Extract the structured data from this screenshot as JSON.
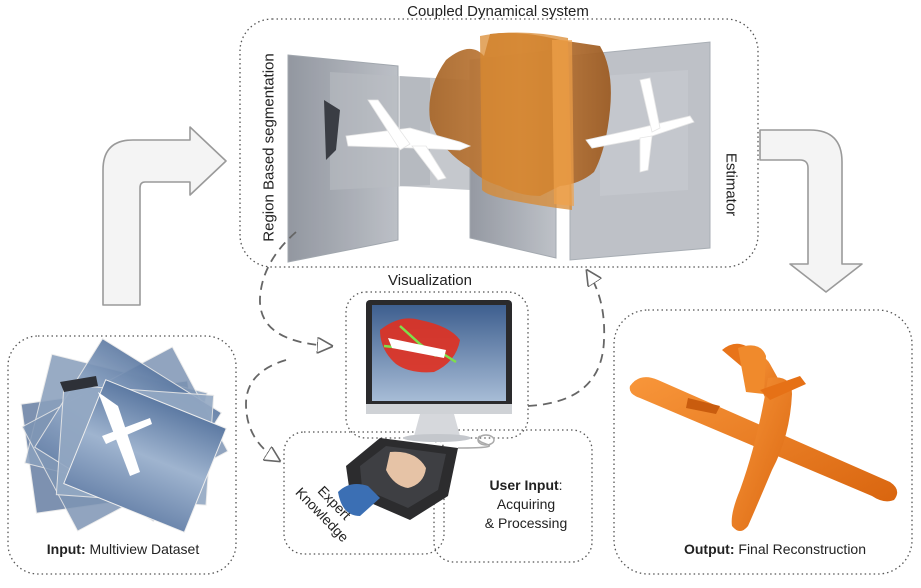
{
  "title": "Coupled Dynamical system",
  "left_label": "Region Based segmentation",
  "right_label": "Estimator",
  "visualization_label": "Visualization",
  "expert_label_line1": "Expert",
  "expert_label_line2": "Knowledge",
  "user_input": {
    "bold": "User Input",
    "suffix": ":",
    "line2": "Acquiring",
    "line3": "& Processing"
  },
  "input_caption": {
    "bold": "Input:",
    "text": " Multiview Dataset"
  },
  "output_caption": {
    "bold": "Output:",
    "text": " Final Reconstruction"
  },
  "colors": {
    "frame": "#555555",
    "arrow_fill": "#f4f4f4",
    "arrow_stroke": "#9a9a9a",
    "reconstruction": "#f07c1e",
    "segmentation": "#e03020",
    "contour": "#7ee04a",
    "sky": "#7f9bbd"
  }
}
